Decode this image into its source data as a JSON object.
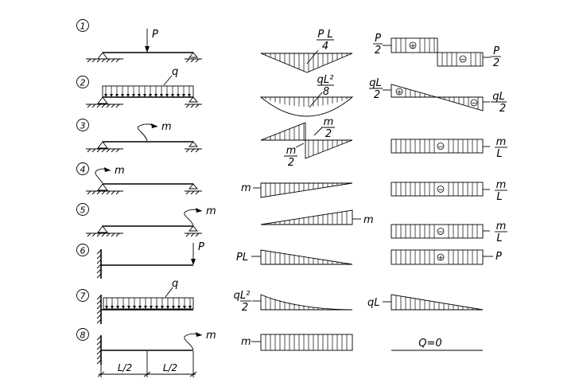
{
  "cases": [
    {
      "num": "1",
      "load": "P",
      "moment": {
        "num": "P L",
        "den": "4"
      },
      "shear": {
        "left_num": "P",
        "left_den": "2",
        "right_num": "P",
        "right_den": "2",
        "left_sign": "+",
        "right_sign": "−"
      }
    },
    {
      "num": "2",
      "load": "q",
      "moment": {
        "num": "qL²",
        "den": "8"
      },
      "shear": {
        "left_num": "qL",
        "left_den": "2",
        "right_num": "qL",
        "right_den": "2",
        "left_sign": "+",
        "right_sign": "−"
      }
    },
    {
      "num": "3",
      "load": "m",
      "moment": {
        "top_num": "m",
        "top_den": "2",
        "bot_num": "m",
        "bot_den": "2"
      },
      "shear": {
        "right_num": "m",
        "right_den": "L",
        "sign": "−"
      }
    },
    {
      "num": "4",
      "load": "m",
      "moment": {
        "label": "m"
      },
      "shear": {
        "right_num": "m",
        "right_den": "L",
        "sign": "−"
      }
    },
    {
      "num": "5",
      "load": "m",
      "moment": {
        "label": "m"
      },
      "shear": {
        "right_num": "m",
        "right_den": "L",
        "sign": "−"
      }
    },
    {
      "num": "6",
      "load": "P",
      "moment": {
        "label": "PL"
      },
      "shear": {
        "label": "P",
        "sign": "+"
      }
    },
    {
      "num": "7",
      "load": "q",
      "moment": {
        "label_num": "qL²",
        "label_den": "2"
      },
      "shear": {
        "label": "qL"
      }
    },
    {
      "num": "8",
      "load": "m",
      "moment": {
        "label": "m"
      },
      "shear": {
        "label": "Q=0"
      },
      "dims": [
        "L/2",
        "L/2"
      ]
    }
  ]
}
